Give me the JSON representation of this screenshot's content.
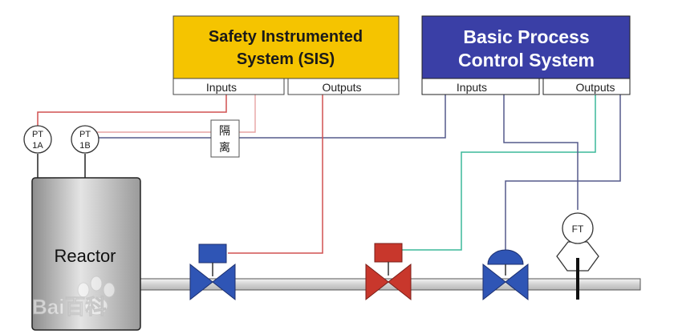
{
  "sis": {
    "title_line1": "Safety Instrumented",
    "title_line2": "System (SIS)",
    "inputs_label": "Inputs",
    "outputs_label": "Outputs",
    "fill_color": "#f5c400"
  },
  "bpcs": {
    "title_line1": "Basic Process",
    "title_line2": "Control System",
    "inputs_label": "Inputs",
    "outputs_label": "Outputs",
    "fill_color": "#3a3fa6"
  },
  "isolation": {
    "line1": "隔",
    "line2": "离"
  },
  "instruments": {
    "pt1a": {
      "line1": "PT",
      "line2": "1A"
    },
    "pt1b": {
      "line1": "PT",
      "line2": "1B"
    },
    "ft": {
      "label": "FT"
    }
  },
  "reactor": {
    "label": "Reactor"
  },
  "watermark": {
    "text": "Bai百科"
  },
  "colors": {
    "sis_line": "#d05050",
    "bpcs_line": "#555a8c",
    "green_line": "#3cb89a",
    "valve_blue": "#2f55b5",
    "valve_red": "#c8372c",
    "pipe": "#d8d8d8"
  }
}
